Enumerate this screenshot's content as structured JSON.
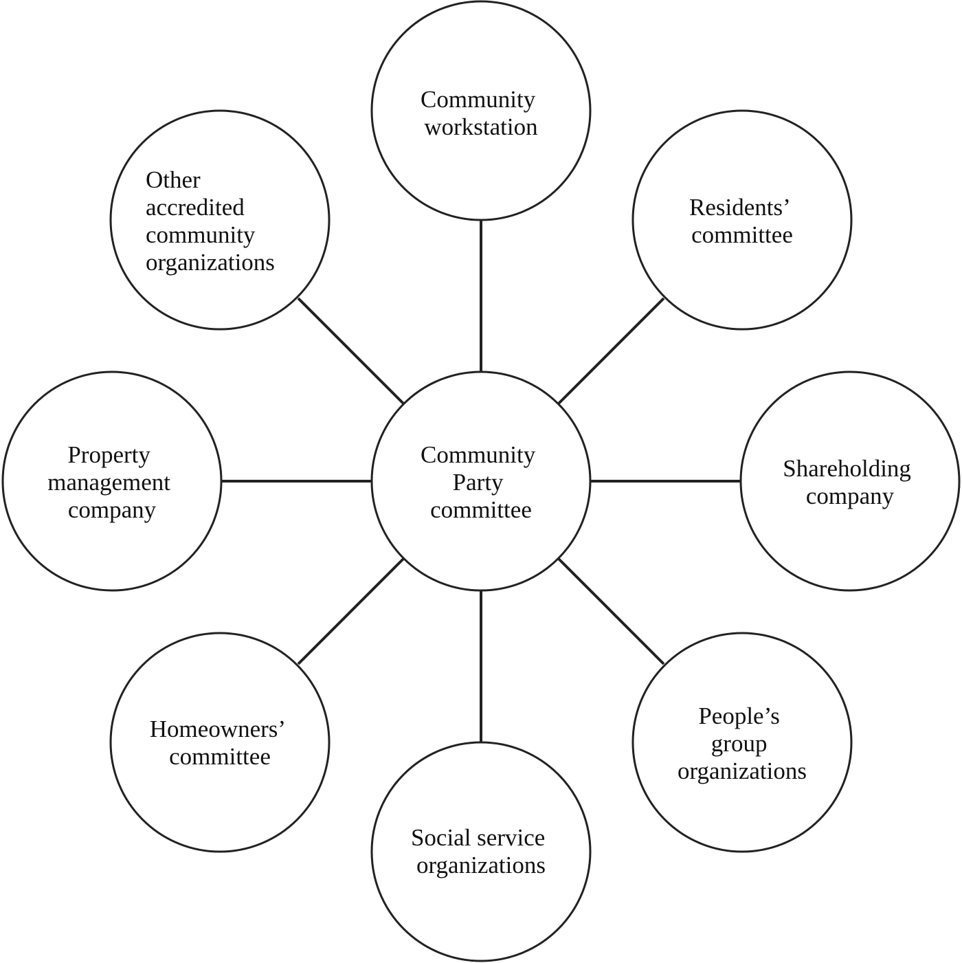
{
  "diagram": {
    "center": {
      "lines": [
        "Community",
        "Party",
        "committee"
      ]
    },
    "nodes": [
      {
        "id": "community-workstation",
        "lines": [
          "Community",
          "workstation"
        ]
      },
      {
        "id": "residents-committee",
        "lines": [
          "Residents’",
          "committee"
        ]
      },
      {
        "id": "shareholding-company",
        "lines": [
          "Shareholding",
          "company"
        ]
      },
      {
        "id": "peoples-group-organizations",
        "lines": [
          "People’s",
          "group",
          "organizations"
        ]
      },
      {
        "id": "social-service-organizations",
        "lines": [
          "Social service",
          "organizations"
        ]
      },
      {
        "id": "homeowners-committee",
        "lines": [
          "Homeowners’",
          "committee"
        ]
      },
      {
        "id": "property-management-company",
        "lines": [
          "Property",
          "management",
          "company"
        ]
      },
      {
        "id": "other-accredited-community-organizations",
        "lines": [
          "Other",
          "accredited",
          "community",
          "organizations"
        ]
      }
    ],
    "colors": {
      "stroke": "#222222",
      "fill": "#ffffff",
      "text": "#111111"
    }
  }
}
